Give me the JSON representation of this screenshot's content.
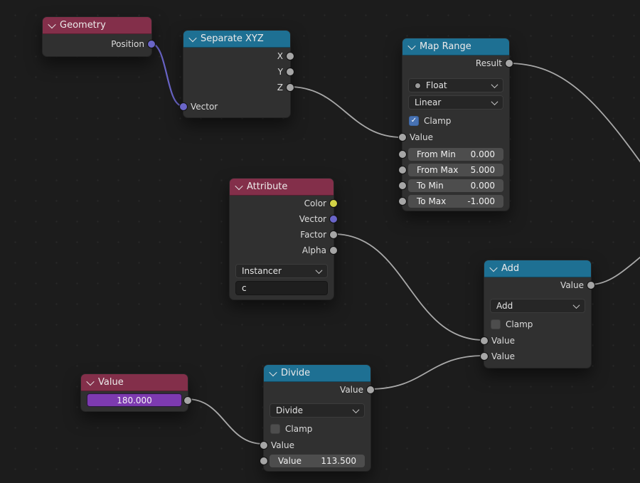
{
  "editor": {
    "type": "node-editor",
    "colors": {
      "background": "#1c1c1c",
      "node_body": "#303030",
      "header_input_red": "#832f4a",
      "header_converter_blue": "#1e7093",
      "wire_gray": "#a9a9a9",
      "wire_vector_purple": "#6a65c8",
      "socket_gray": "#a6a6a6",
      "socket_vector_purple": "#6a65c8",
      "socket_color_yellow": "#d2d246",
      "checkbox_checked_blue": "#4772b3",
      "value_slider_purple": "#7d3ab0"
    }
  },
  "nodes": {
    "geometry": {
      "title": "Geometry",
      "outputs": {
        "position": "Position"
      }
    },
    "separate_xyz": {
      "title": "Separate XYZ",
      "outputs": {
        "x": "X",
        "y": "Y",
        "z": "Z"
      },
      "inputs": {
        "vector": "Vector"
      }
    },
    "map_range": {
      "title": "Map Range",
      "outputs": {
        "result": "Result"
      },
      "data_type": "Float",
      "interpolation": "Linear",
      "clamp": {
        "label": "Clamp",
        "checked": true
      },
      "inputs": {
        "value": "Value"
      },
      "fields": [
        {
          "label": "From Min",
          "value": "0.000"
        },
        {
          "label": "From Max",
          "value": "5.000"
        },
        {
          "label": "To Min",
          "value": "0.000"
        },
        {
          "label": "To Max",
          "value": "-1.000"
        }
      ]
    },
    "attribute": {
      "title": "Attribute",
      "outputs": {
        "color": "Color",
        "vector": "Vector",
        "factor": "Factor",
        "alpha": "Alpha"
      },
      "type_dropdown": "Instancer",
      "name_value": "c"
    },
    "add": {
      "title": "Add",
      "outputs": {
        "value": "Value"
      },
      "operation": "Add",
      "clamp": {
        "label": "Clamp",
        "checked": false
      },
      "inputs": {
        "value_1": "Value",
        "value_2": "Value"
      }
    },
    "value": {
      "title": "Value",
      "value": "180.000"
    },
    "divide": {
      "title": "Divide",
      "outputs": {
        "value": "Value"
      },
      "operation": "Divide",
      "clamp": {
        "label": "Clamp",
        "checked": false
      },
      "inputs": {
        "value_1": "Value"
      },
      "value_field": {
        "label": "Value",
        "value": "113.500"
      }
    }
  }
}
